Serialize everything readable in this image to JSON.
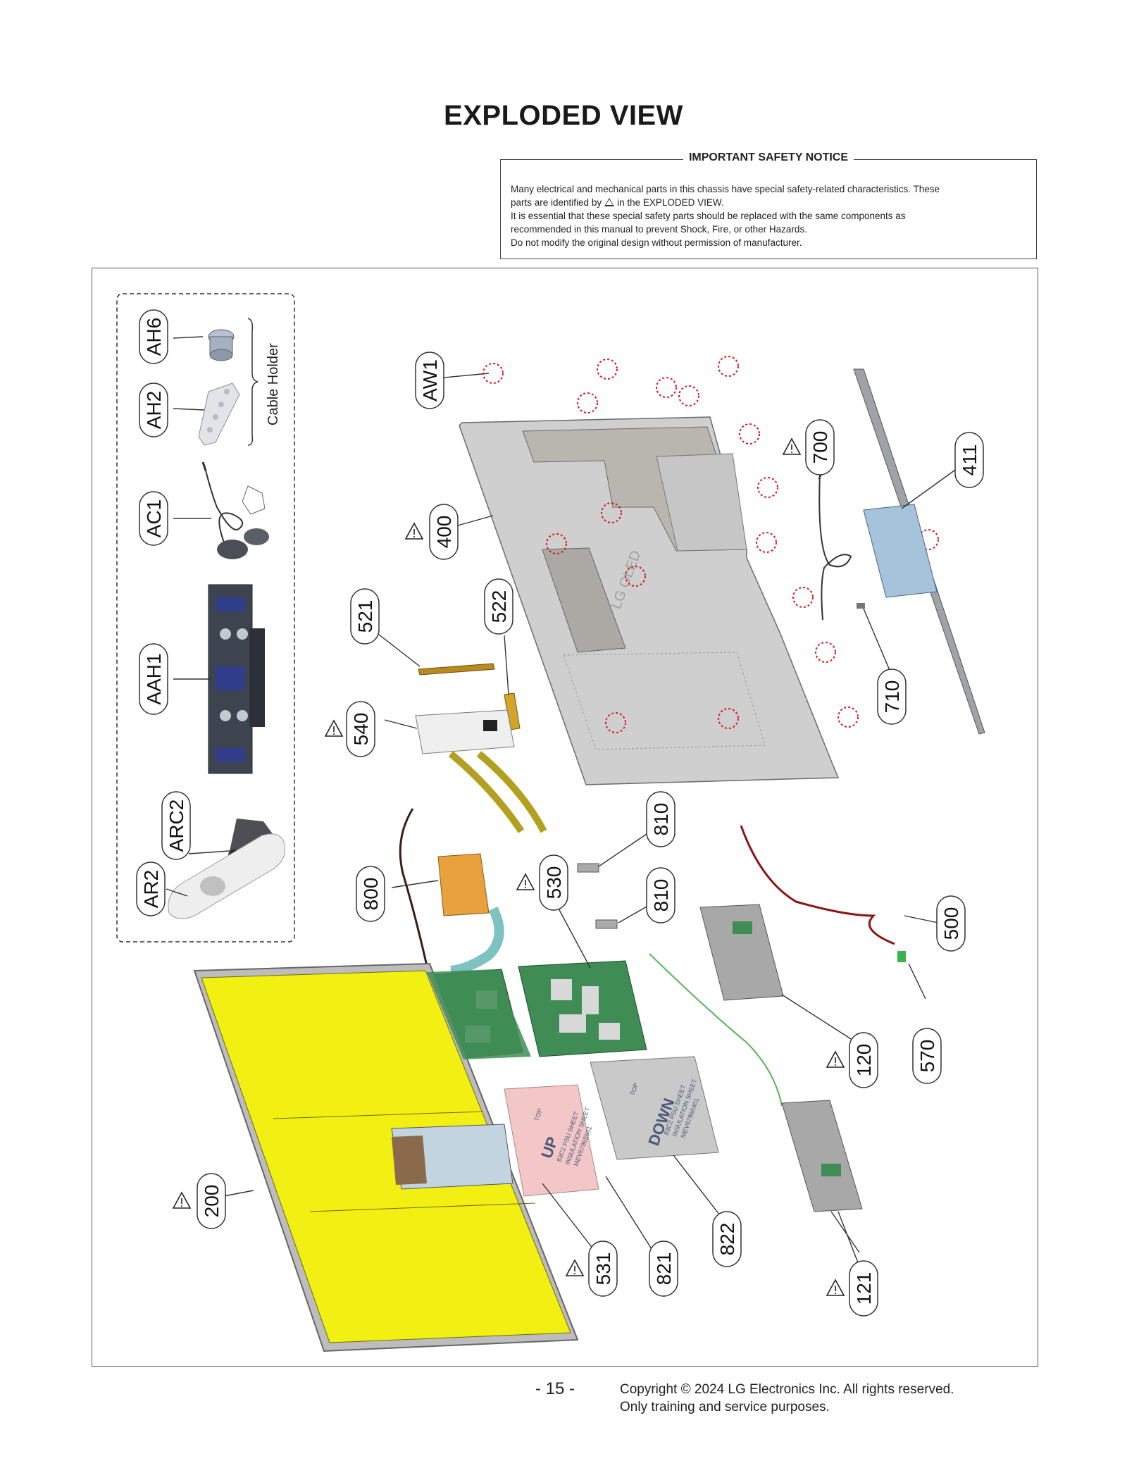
{
  "page": {
    "title": "EXPLODED VIEW",
    "page_number": "- 15 -",
    "copyright_line1": "Copyright © 2024 LG Electronics Inc. All rights reserved.",
    "copyright_line2": "Only training and service purposes."
  },
  "notice": {
    "title": "IMPORTANT SAFETY NOTICE",
    "line1": "Many electrical and mechanical parts in this chassis have special safety-related characteristics. These",
    "line2_before": "parts are identified by",
    "line2_after": "in the EXPLODED VIEW.",
    "line3": "It is essential that these special safety parts should be replaced with the same components as",
    "line4": "recommended in this manual to prevent Shock, Fire, or other Hazards.",
    "line5": "Do not modify the original design without permission of manufacturer."
  },
  "accessories": {
    "cable_holder_label": "Cable Holder",
    "labels": [
      "AH6",
      "AH2",
      "AC1",
      "AAH1",
      "ARC2",
      "AR2"
    ]
  },
  "parts": {
    "aw1": "AW1",
    "p400": "400",
    "p700": "700",
    "p411": "411",
    "p710": "710",
    "p521": "521",
    "p522": "522",
    "p540": "540",
    "p810a": "810",
    "p810b": "810",
    "p800": "800",
    "p530": "530",
    "p500": "500",
    "p120": "120",
    "p570": "570",
    "p200": "200",
    "p531": "531",
    "p821": "821",
    "p822": "822",
    "p121": "121"
  },
  "sheets": {
    "up_word": "UP",
    "up_top": "TOP",
    "up_l1": "83C2 PSU SHEET",
    "up_l2": "INSULATION SHEET",
    "up_l3": "MEV67965501",
    "down_word": "DOWN",
    "down_top": "TOP",
    "down_l1": "83C2 PSU SHEET",
    "down_l2": "INSULATION SHEET",
    "down_l3": "MEV67966401"
  },
  "colors": {
    "panel_yellow": "#f2ef12",
    "board_green": "#3f8d55",
    "pink_sheet": "#f3c7c7",
    "grey_sheet": "#c9c9c9",
    "screw_red": "#d9161c",
    "metal": "#c9c9c9"
  }
}
